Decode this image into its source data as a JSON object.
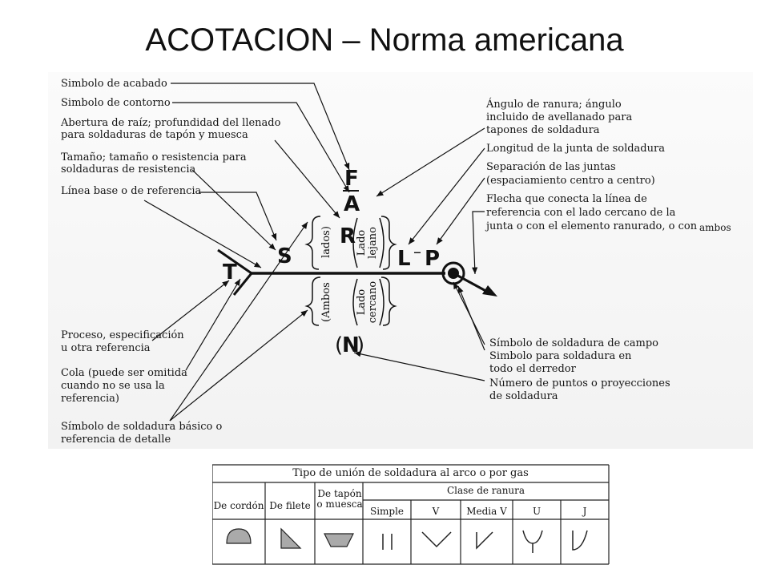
{
  "title": "ACOTACION – Norma americana",
  "left_labels": [
    "Simbolo de acabado",
    "Simbolo de contorno",
    "Abertura de raíz; profundidad del llenado",
    "para soldaduras de tapón y muesca",
    "Tamaño; tamaño o resistencia para",
    "soldaduras de resistencia",
    "Línea base o de referencia",
    "Proceso, especificación",
    "u otra referencia",
    "Cola (puede ser omitida",
    "cuando no se usa la",
    "referencia)",
    "Símbolo de soldadura básico o",
    "referencia de detalle"
  ],
  "right_labels": [
    "Ángulo de ranura; ángulo",
    "incluido de avellanado para",
    "tapones de soldadura",
    "Longitud de la junta de soldadura",
    "Separación de las juntas",
    "(espaciamiento centro a centro)",
    "Flecha que conecta la línea de",
    "referencia con el lado cercano de la",
    "junta o con el elemento ranurado, o con",
    "ambos",
    "Símbolo de soldadura de campo",
    "Simbolo para soldadura en",
    "todo el derredor",
    "Número de puntos o proyecciones",
    "de soldadura"
  ],
  "symbols": {
    "F": "F",
    "A": "A",
    "R": "R",
    "S": "S",
    "T": "T",
    "L": "L",
    "dash": "–",
    "P": "P",
    "N": "N",
    "lados": "lados)",
    "ambos": "(Ambos",
    "lado_lejano": "Lado lejano",
    "lado_cercano": "Lado cercano"
  },
  "table": {
    "header": "Tipo de unión de soldadura al arco o por gas",
    "clase": "Clase de ranura",
    "columns": [
      "De cordón",
      "De filete",
      "De tapón o muesca",
      "Simple",
      "V",
      "Media V",
      "U",
      "J"
    ]
  }
}
